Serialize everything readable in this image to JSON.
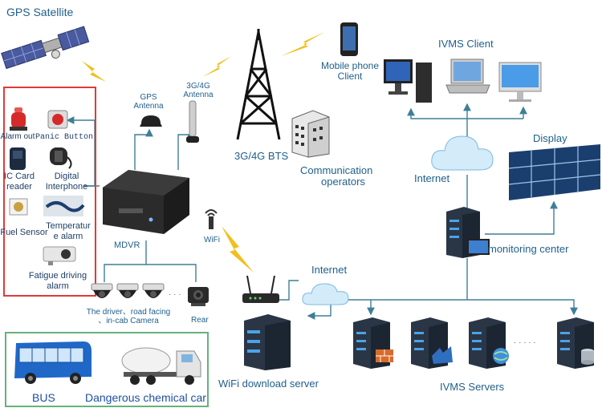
{
  "satellite": {
    "label": "GPS  Satellite"
  },
  "vehicle_sensors": {
    "alarm_out": "Alarm out",
    "panic_button": "Panic  Button",
    "ic_card_reader_line1": "IC  Card",
    "ic_card_reader_line2": "reader",
    "digital_interphone_line1": "Digital",
    "digital_interphone_line2": "Interphone",
    "fuel_sensor": "Fuel Sensor",
    "temperature_alarm_line1": "Temperatur",
    "temperature_alarm_line2": "e alarm",
    "fatigue_alarm_line1": "Fatigue driving",
    "fatigue_alarm_line2": "alarm"
  },
  "gps_antenna": {
    "line1": "GPS",
    "line2": "Antenna"
  },
  "antenna_3g4g": {
    "line1": "3G/4G",
    "line2": "Antenna"
  },
  "mdvr": {
    "label": "MDVR"
  },
  "wifi": {
    "label": "WiFi"
  },
  "bts": {
    "label": "3G/4G  BTS"
  },
  "operators": {
    "line1": "Communication",
    "line2": "operators"
  },
  "mobile_client": {
    "line1": "Mobile phone",
    "line2": "Client"
  },
  "ivms_client": {
    "label": "IVMS Client"
  },
  "internet_top": {
    "label": "Internet"
  },
  "display": {
    "label": "Display"
  },
  "monitoring_center": {
    "label": "monitoring center"
  },
  "internet_bottom": {
    "label": "Internet"
  },
  "cameras": {
    "line1": "The driver、road facing",
    "line2": "、in-cab Camera",
    "rear": "Rear",
    "dots": "· · ·"
  },
  "wifi_server": {
    "label": "WiFi download server"
  },
  "ivms_servers": {
    "label": "IVMS Servers",
    "dots": "· · · · ·"
  },
  "vehicles": {
    "bus": "BUS",
    "chemical_car": "Dangerous chemical car"
  },
  "colors": {
    "label_blue": "#1f5f8b",
    "connector_teal": "#3e7f97",
    "sensor_box_red": "#e03a3a",
    "vehicle_box_green": "#66b27a",
    "lightning_yellow": "#f0c020"
  }
}
